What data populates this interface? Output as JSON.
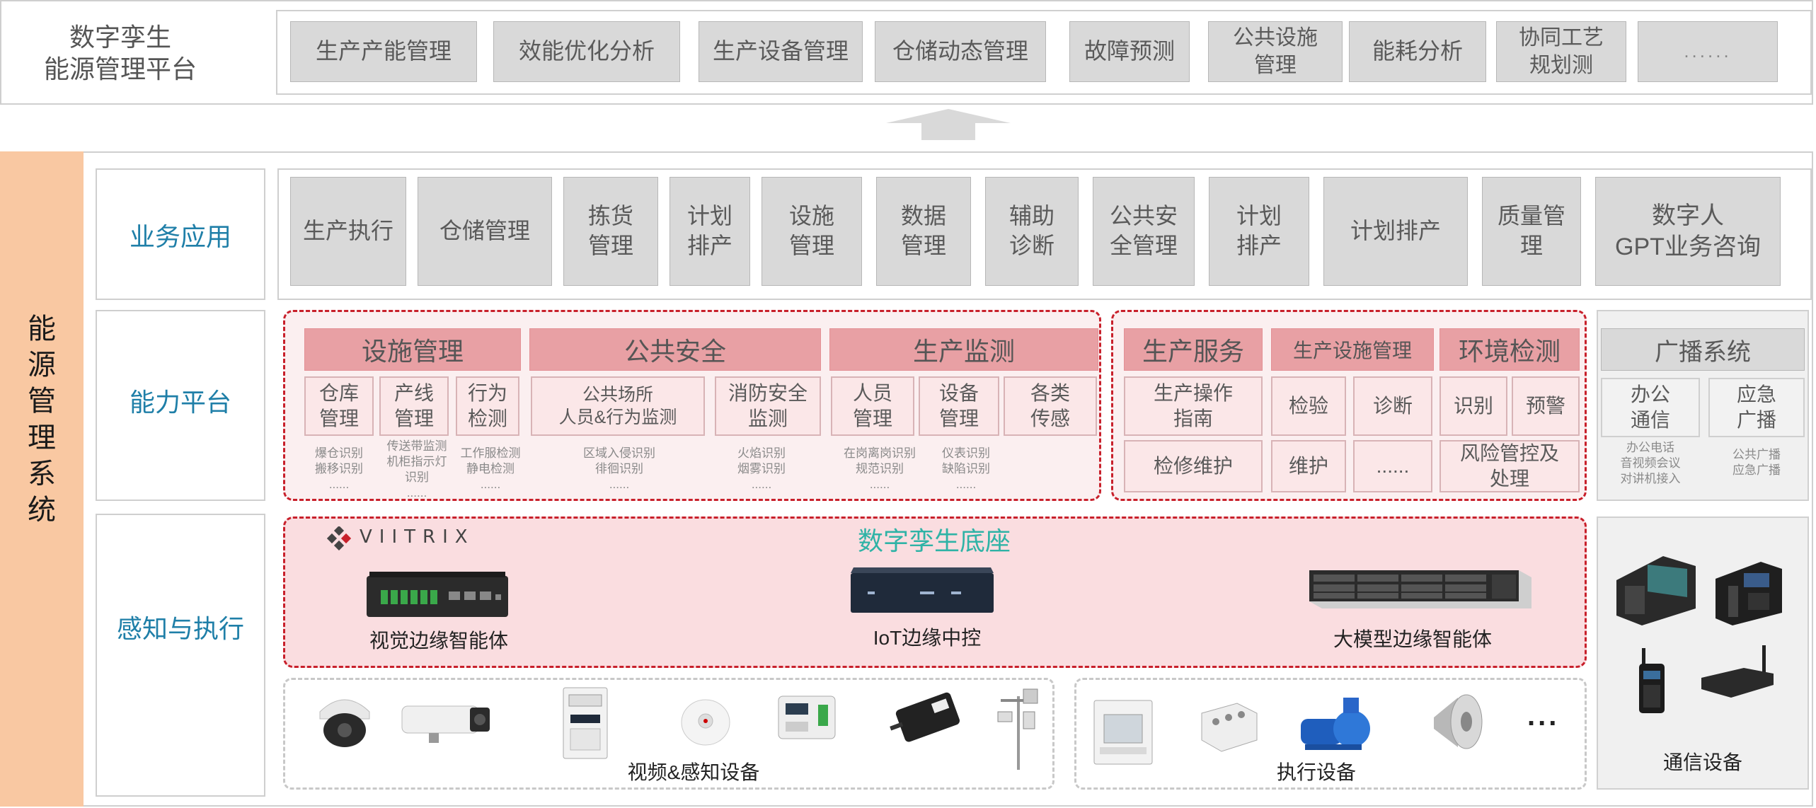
{
  "platform": {
    "title": "数字孪生\n能源管理平台",
    "items": [
      "生产产能管理",
      "效能优化分析",
      "生产设备管理",
      "仓储动态管理",
      "故障预测",
      "公共设施\n管理",
      "能耗分析",
      "协同工艺\n规划测",
      "......"
    ]
  },
  "system_title": "能\n源\n管\n理\n系\n统",
  "layers": {
    "business": "业务应用",
    "capability": "能力平台",
    "perception": "感知与执行"
  },
  "business_items": [
    "生产执行",
    "仓储管理",
    "拣货\n管理",
    "计划\n排产",
    "设施\n管理",
    "数据\n管理",
    "辅助\n诊断",
    "公共安\n全管理",
    "计划\n排产",
    "计划排产",
    "质量管\n理",
    "数字人\nGPT业务咨询"
  ],
  "capability": {
    "facility": {
      "title": "设施管理",
      "subs": [
        "仓库\n管理",
        "产线\n管理",
        "行为\n检测"
      ],
      "notes": [
        "爆仓识别\n搬移识别\n......",
        "传送带监测\n机柜指示灯\n识别\n......",
        "工作服检测\n静电检测\n......"
      ]
    },
    "public_safety": {
      "title": "公共安全",
      "subs": [
        "公共场所\n人员&行为监测",
        "消防安全\n监测"
      ],
      "notes": [
        "区域入侵识别\n徘徊识别\n......",
        "火焰识别\n烟雾识别\n......"
      ]
    },
    "production_monitor": {
      "title": "生产监测",
      "subs": [
        "人员\n管理",
        "设备\n管理",
        "各类\n传感"
      ],
      "notes": [
        "在岗离岗识别\n规范识别\n......",
        "仪表识别\n缺陷识别\n......"
      ]
    },
    "production_service": {
      "title": "生产服务",
      "subs": [
        "生产操作\n指南",
        "检修维护"
      ]
    },
    "equipment_mgmt": {
      "title": "生产设施管理",
      "subs": [
        "检验",
        "诊断",
        "维护",
        "......"
      ]
    },
    "environment": {
      "title": "环境检测",
      "subs": [
        "识别",
        "预警",
        "风险管控及\n处理"
      ]
    },
    "broadcast": {
      "title": "广播系统",
      "subs": [
        "办公\n通信",
        "应急\n广播"
      ],
      "notes": [
        "办公电话\n音视频会议\n对讲机接入",
        "公共广播\n应急广播"
      ]
    }
  },
  "base": {
    "brand": "VIITRIX",
    "title": "数字孪生底座",
    "devices": [
      "视觉边缘智能体",
      "IoT边缘中控",
      "大模型边缘智能体"
    ]
  },
  "bottom": {
    "sensing_label": "视频&感知设备",
    "exec_label": "执行设备",
    "exec_more": "...",
    "comm_label": "通信设备"
  },
  "colors": {
    "teal": "#1f7fa8",
    "orange_side": "#f9c8a2",
    "pink_header": "#e8a0a4",
    "red_dashed": "#c8202b",
    "base_title": "#2fb3a6"
  }
}
